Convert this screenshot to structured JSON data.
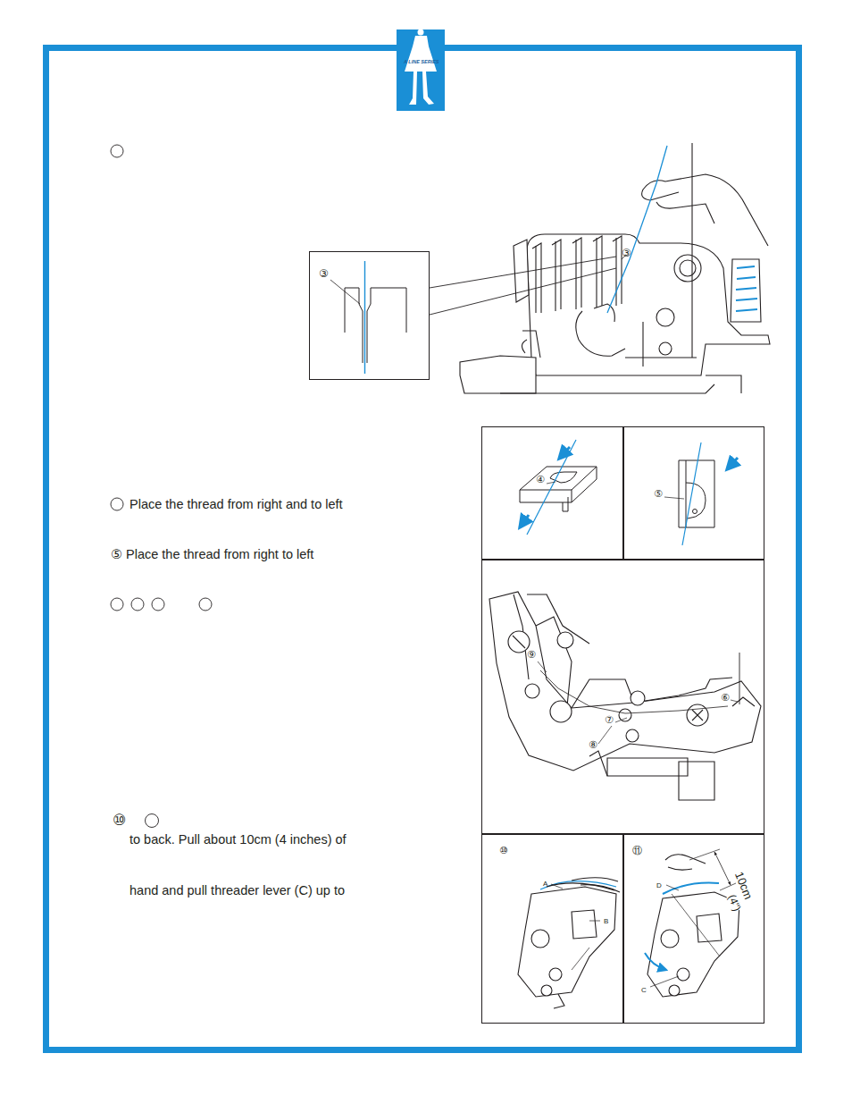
{
  "diagram": {
    "nodes": [
      {
        "text": [
          "③"
        ]
      },
      {
        "text": [
          "④"
        ]
      },
      {
        "text": [
          "⑤"
        ]
      },
      {
        "text": [
          "⑨",
          "⑦",
          "⑥",
          "⑧"
        ]
      },
      {
        "text": [
          "⑩",
          "A",
          "B"
        ]
      },
      {
        "text": [
          "⑪",
          "D",
          "10cm",
          "(4\")",
          "C"
        ]
      }
    ],
    "labels": [
      "A LINE SERIES",
      "③",
      "Place the thread from right and to left",
      "⑤ Place the thread from right to left",
      "⑩",
      "to back. Pull about 10cm (4 inches) of",
      "hand and pull threader lever (C) up to"
    ]
  }
}
